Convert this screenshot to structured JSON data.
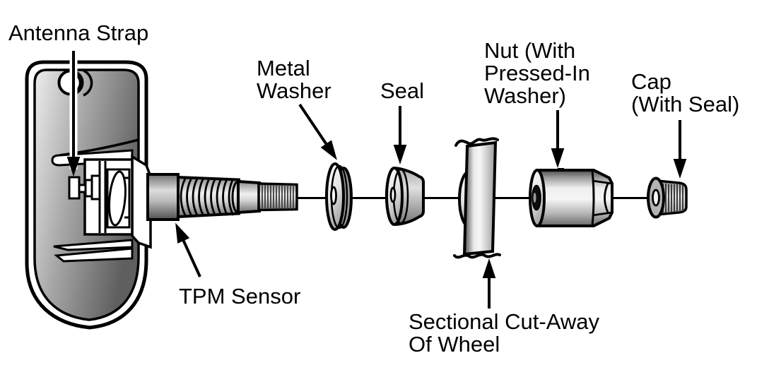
{
  "diagram": {
    "type": "exploded-parts-diagram",
    "subject": "TPM sensor and valve stem assembly",
    "palette": {
      "background": "#ffffff",
      "ink": "#000000",
      "metal_light": "#f2f2f2",
      "metal_mid": "#b5b5b5",
      "metal_dark": "#4a4a4a"
    },
    "labels": {
      "antenna_strap": {
        "lines": [
          "Antenna Strap"
        ]
      },
      "metal_washer": {
        "lines": [
          "Metal",
          "Washer"
        ]
      },
      "seal": {
        "lines": [
          "Seal"
        ]
      },
      "nut": {
        "lines": [
          "Nut (With",
          "Pressed-In",
          "Washer)"
        ]
      },
      "cap": {
        "lines": [
          "Cap",
          "(With Seal)"
        ]
      },
      "tpm_sensor": {
        "lines": [
          "TPM Sensor"
        ]
      },
      "wheel_cutaway": {
        "lines": [
          "Sectional Cut-Away",
          "Of Wheel"
        ]
      }
    }
  }
}
